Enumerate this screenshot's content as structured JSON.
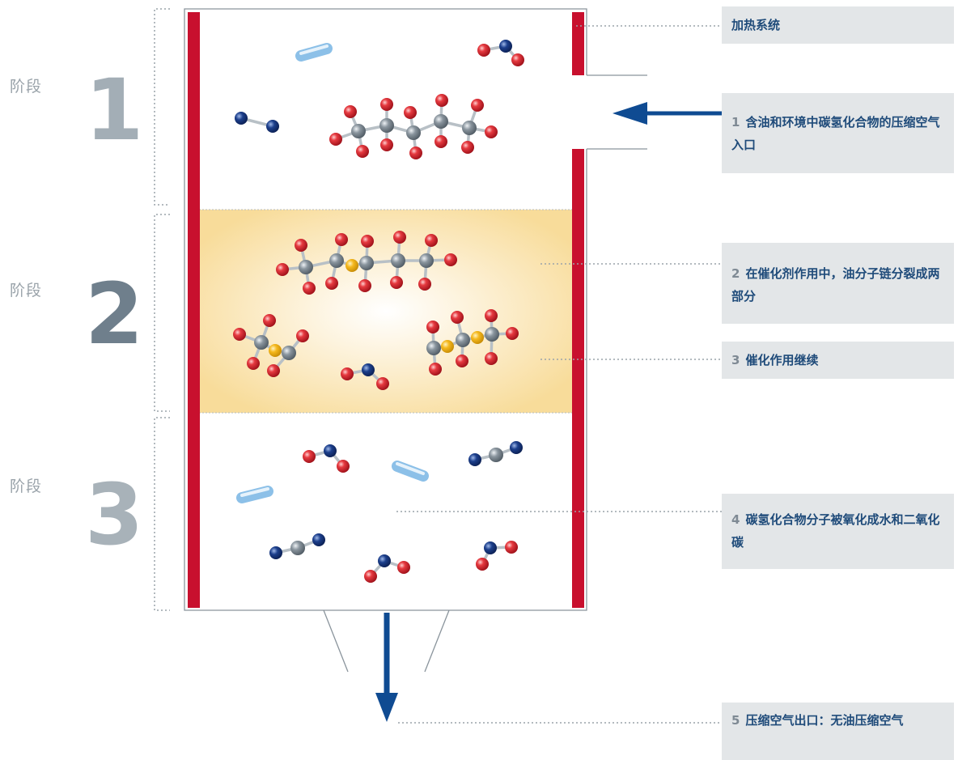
{
  "stages": [
    {
      "label": "阶段",
      "number": "1"
    },
    {
      "label": "阶段",
      "number": "2"
    },
    {
      "label": "阶段",
      "number": "3"
    }
  ],
  "callouts": [
    {
      "number": "",
      "text": "加热系统"
    },
    {
      "number": "1",
      "text": "含油和环境中碳氢化合物的压缩空气入口"
    },
    {
      "number": "2",
      "text": "在催化剂作用中，油分子链分裂成两部分"
    },
    {
      "number": "3",
      "text": "催化作用继续"
    },
    {
      "number": "4",
      "text": "碳氢化合物分子被氧化成水和二氧化碳"
    },
    {
      "number": "5",
      "text": "压缩空气出口：无油压缩空气"
    }
  ],
  "colors": {
    "heater_red": "#c8102e",
    "arrow_blue": "#0f4b92",
    "callout_bg": "#e3e6e8",
    "callout_text": "#1f4b7a",
    "stage1_num": "#a3aeb6",
    "stage2_num": "#6f7f8c",
    "stage3_num": "#a8b2b9",
    "catalyst_edge": "#f8dc9a",
    "atom_red": "#e03038",
    "atom_grey": "#8a959e",
    "atom_blue": "#1c3f8c",
    "atom_yellow": "#f5b81d",
    "atom_lightblue": "#8cc0e8"
  }
}
